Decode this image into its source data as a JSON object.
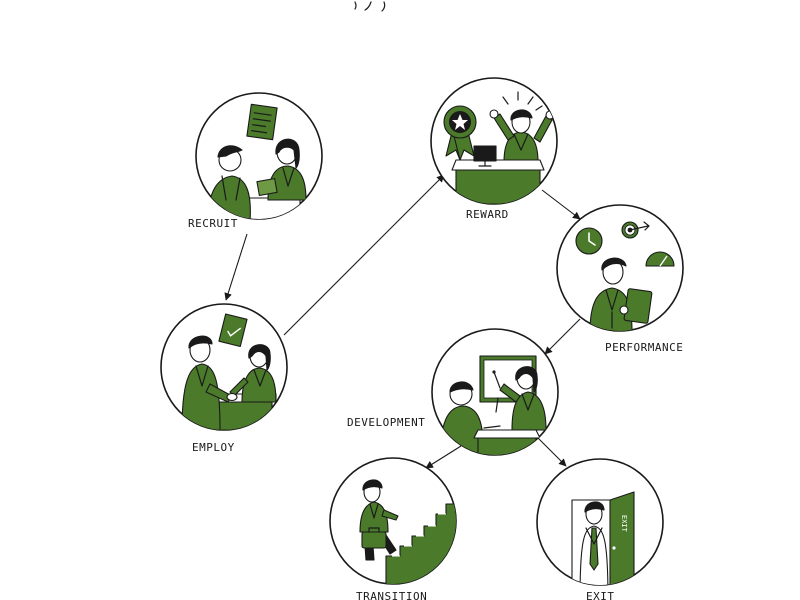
{
  "colors": {
    "accent": "#4a7a2a",
    "accent_light": "#6e9a45",
    "ink": "#1a1a1a",
    "skin": "#ffffff"
  },
  "stages": {
    "recruit": {
      "label": "RECRUIT"
    },
    "reward": {
      "label": "REWARD"
    },
    "performance": {
      "label": "PERFORMANCE"
    },
    "development": {
      "label": "DEVELOPMENT"
    },
    "employ": {
      "label": "EMPLOY"
    },
    "transition": {
      "label": "TRANSITION"
    },
    "exit": {
      "label": "EXIT",
      "door_sign": "EXIT"
    }
  }
}
